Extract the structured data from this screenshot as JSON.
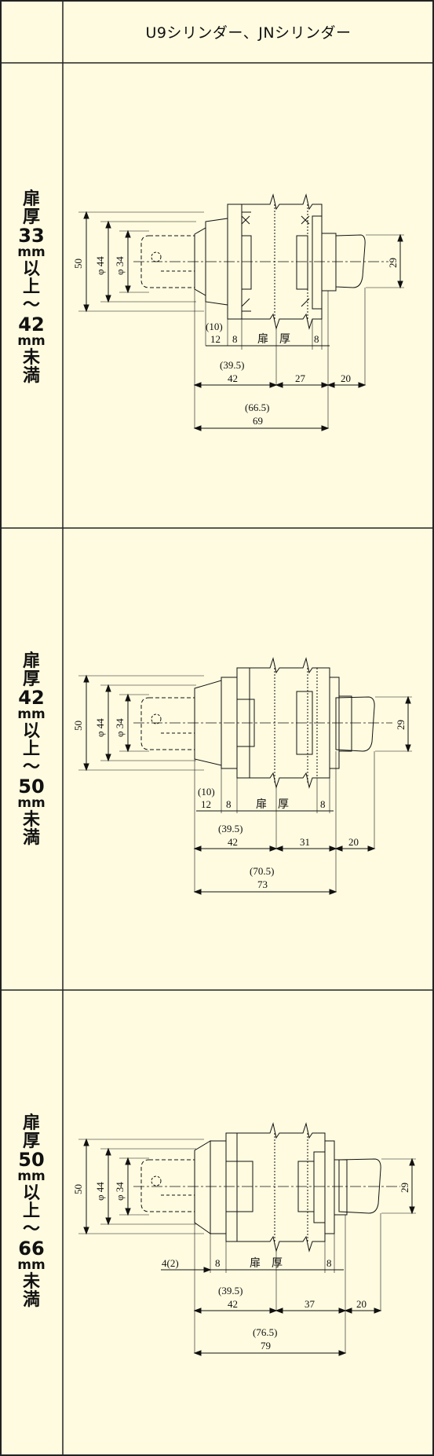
{
  "header": {
    "title": "U9シリンダー、JNシリンダー"
  },
  "rows": [
    {
      "label": {
        "l1": "扉",
        "l2": "厚",
        "n1": "33",
        "u1": "mm",
        "l3": "以",
        "l4": "上",
        "tilde": "〜",
        "n2": "42",
        "u2": "mm",
        "l5": "未",
        "l6": "満"
      },
      "dims": {
        "d50": "50",
        "d44": "φ 44",
        "d34": "φ 34",
        "d29": "29",
        "small_paren": "(10)",
        "small": "12",
        "a8": "8",
        "door": "扉　厚",
        "b8": "8",
        "mid_paren": "(39.5)",
        "mid": "42",
        "body": "27",
        "knob": "20",
        "total_paren": "(66.5)",
        "total": "69"
      }
    },
    {
      "label": {
        "l1": "扉",
        "l2": "厚",
        "n1": "42",
        "u1": "mm",
        "l3": "以",
        "l4": "上",
        "tilde": "〜",
        "n2": "50",
        "u2": "mm",
        "l5": "未",
        "l6": "満"
      },
      "dims": {
        "d50": "50",
        "d44": "φ 44",
        "d34": "φ 34",
        "d29": "29",
        "small_paren": "(10)",
        "small": "12",
        "a8": "8",
        "door": "扉　厚",
        "b8": "8",
        "mid_paren": "(39.5)",
        "mid": "42",
        "body": "31",
        "knob": "20",
        "total_paren": "(70.5)",
        "total": "73"
      }
    },
    {
      "label": {
        "l1": "扉",
        "l2": "厚",
        "n1": "50",
        "u1": "mm",
        "l3": "以",
        "l4": "上",
        "tilde": "〜",
        "n2": "66",
        "u2": "mm",
        "l5": "未",
        "l6": "満"
      },
      "dims": {
        "d50": "50",
        "d44": "φ 44",
        "d34": "φ 34",
        "d29": "29",
        "small_paren": "",
        "small": "4(2)",
        "a8": "8",
        "door": "扉　厚",
        "b8": "8",
        "mid_paren": "(39.5)",
        "mid": "42",
        "body": "37",
        "knob": "20",
        "total_paren": "(76.5)",
        "total": "79"
      }
    }
  ]
}
